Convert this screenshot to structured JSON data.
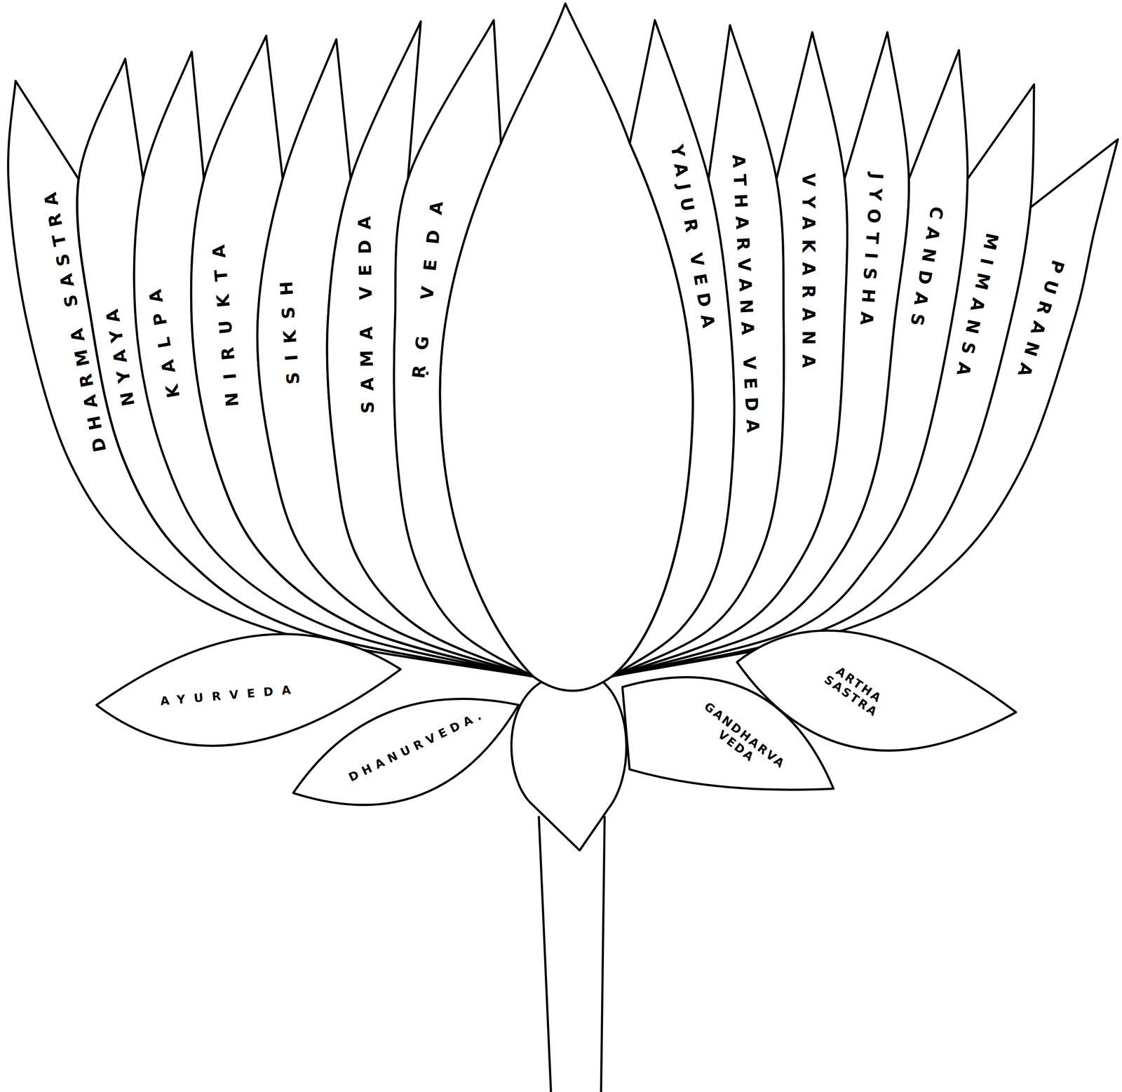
{
  "diagram": {
    "nodes": [
      {
        "text": [
          "DHARMA SASTRA"
        ]
      },
      {
        "text": [
          "NYAYA"
        ]
      },
      {
        "text": [
          "KALPA"
        ]
      },
      {
        "text": [
          "NIRUKTA"
        ]
      },
      {
        "text": [
          "SIKSH"
        ]
      },
      {
        "text": [
          "SAMA VEDA"
        ]
      },
      {
        "text": [
          "ṚG VEDA"
        ]
      },
      {
        "text": [
          "YAJUR VEDA"
        ]
      },
      {
        "text": [
          "ATHARVANA VEDA"
        ]
      },
      {
        "text": [
          "VYAKARANA"
        ]
      },
      {
        "text": [
          "JYOTISHA"
        ]
      },
      {
        "text": [
          "CANDAS"
        ]
      },
      {
        "text": [
          "MIMANSA"
        ]
      },
      {
        "text": [
          "PURANA"
        ]
      },
      {
        "text": [
          "AYURVEDA"
        ]
      },
      {
        "text": [
          "DHANURVEDA."
        ]
      },
      {
        "text": [
          "GANDHARVA VEDA"
        ]
      },
      {
        "text": [
          "ARTHA SASTRA"
        ]
      }
    ]
  }
}
